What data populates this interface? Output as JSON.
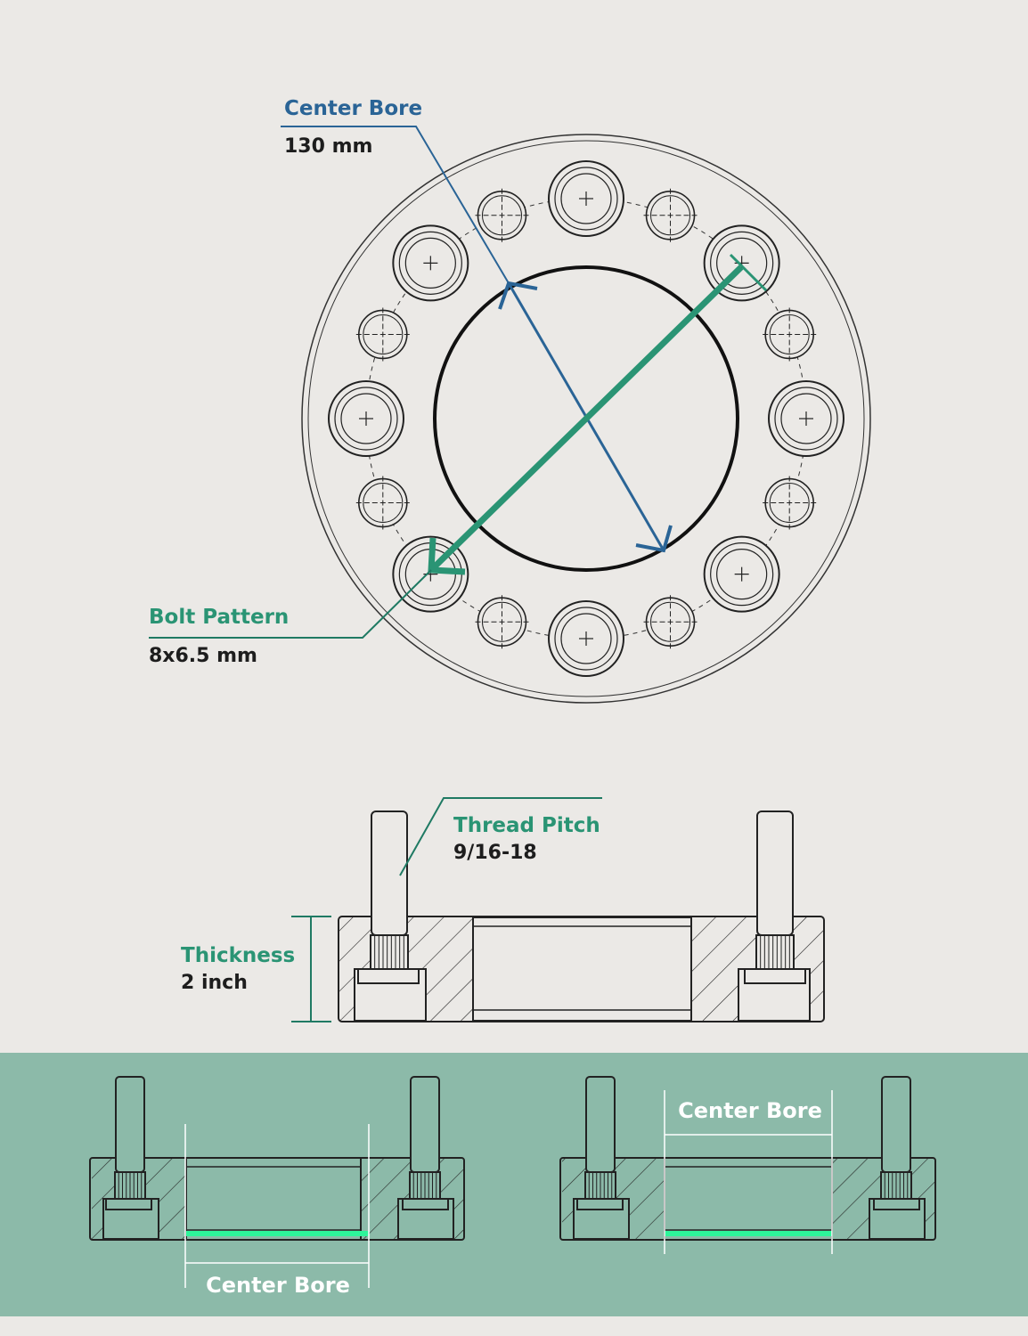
{
  "colors": {
    "background": "#ebe9e6",
    "panel": "#8cbaa9",
    "blue": "#2a6496",
    "green": "#2a9474",
    "green_dark": "#1f7a63",
    "bright_green": "#2df59a",
    "ink": "#1d1d1d"
  },
  "labels": {
    "center_bore": {
      "title": "Center Bore",
      "value": "130 mm"
    },
    "bolt_pattern": {
      "title": "Bolt Pattern",
      "value": "8x6.5 mm"
    },
    "thread_pitch": {
      "title": "Thread Pitch",
      "value": "9/16-18"
    },
    "thickness": {
      "title": "Thickness",
      "value": "2 inch"
    }
  },
  "panel": {
    "left_label": "Center Bore",
    "right_label": "Center Bore"
  },
  "icons": {
    "bolt_hole": "bolt-hole-icon",
    "small_hole": "small-hole-icon",
    "stud": "stud-icon"
  }
}
